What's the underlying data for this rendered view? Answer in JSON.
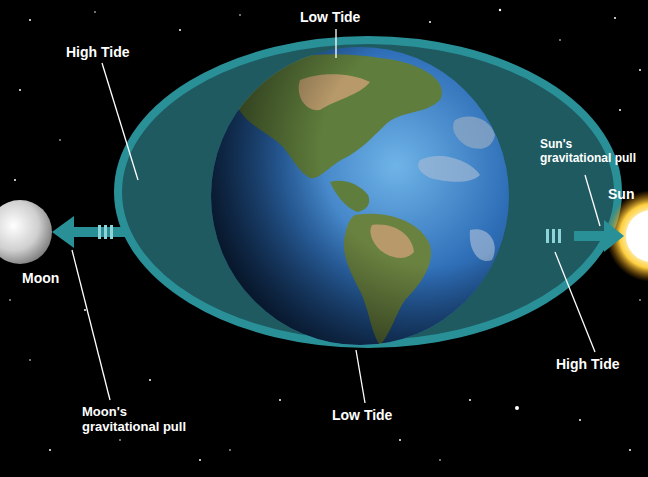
{
  "diagram": {
    "labels": [
      "Low Tide",
      "High Tide",
      "Sun's gravitational pull",
      "Sun",
      "Moon",
      "High Tide",
      "Moon's gravitational pull",
      "Low Tide"
    ]
  }
}
